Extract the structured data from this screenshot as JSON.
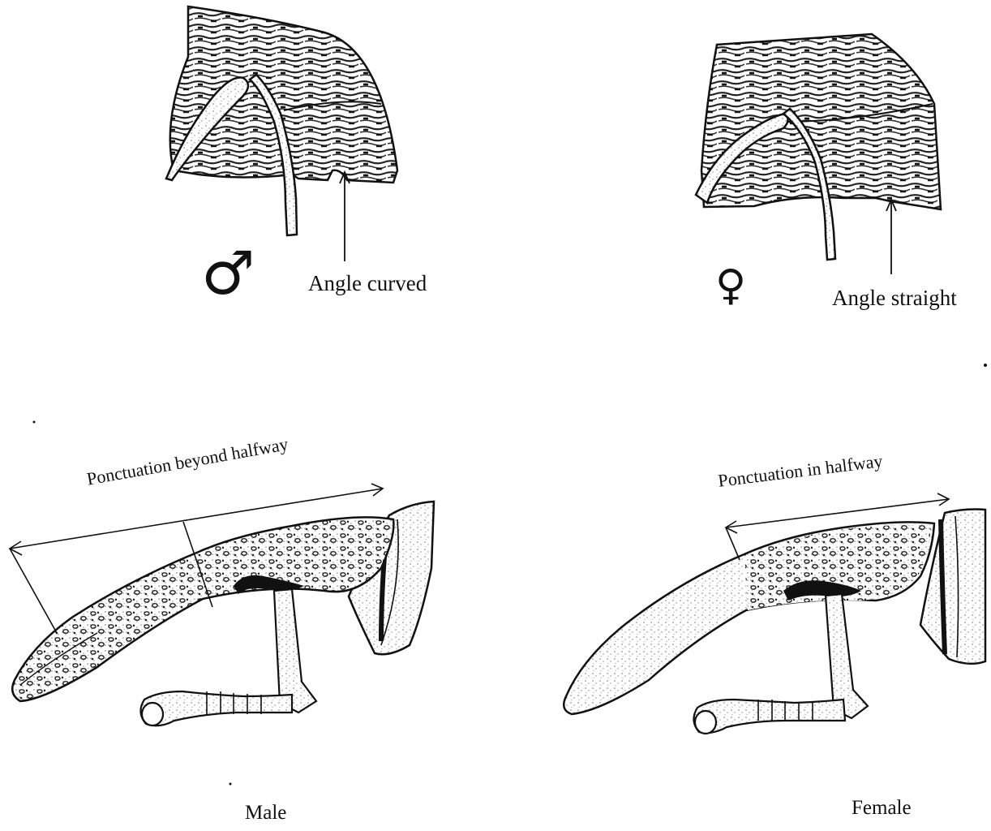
{
  "top_left": {
    "symbol": "♂",
    "symbol_icon": "male-symbol-icon",
    "annotation": "Angle curved"
  },
  "top_right": {
    "symbol": "♀",
    "symbol_icon": "female-symbol-icon",
    "annotation": "Angle straight"
  },
  "bottom_left": {
    "annotation": "Ponctuation beyond halfway",
    "caption": "Male"
  },
  "bottom_right": {
    "annotation": "Ponctuation in halfway",
    "caption": "Female"
  },
  "colors": {
    "ink": "#111111",
    "paper": "#ffffff",
    "stipple": "#8a8a8a"
  }
}
